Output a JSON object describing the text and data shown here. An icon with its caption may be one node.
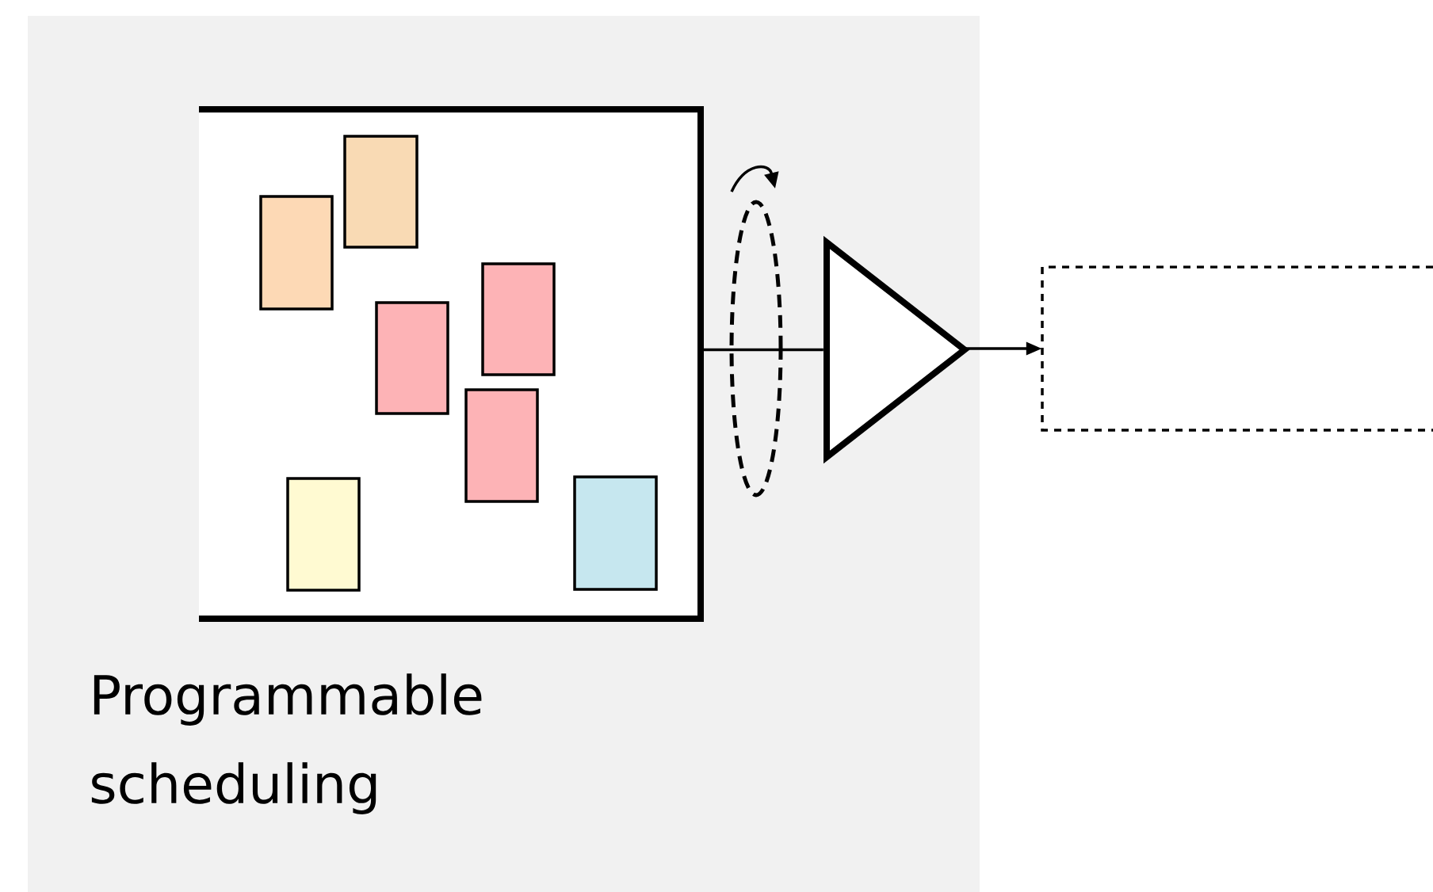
{
  "diagram": {
    "nodes": [
      {
        "text": [
          "Programmable scheduling"
        ]
      },
      {
        "text": [],
        "shape": "box",
        "in": 0
      },
      {
        "text": [],
        "shape": "box",
        "in": 1
      },
      {
        "text": [],
        "shape": "box",
        "in": 1
      },
      {
        "text": [],
        "shape": "box",
        "in": 1
      },
      {
        "text": [],
        "shape": "box",
        "in": 1
      },
      {
        "text": [],
        "shape": "box",
        "in": 1
      },
      {
        "text": [],
        "shape": "box",
        "in": 1
      },
      {
        "text": [],
        "shape": "box",
        "in": 1
      },
      {
        "text": [],
        "shape": "triangle",
        "in": 0
      },
      {
        "text": [],
        "shape": "box"
      }
    ],
    "edges": [
      {
        "from": 1,
        "to": 9,
        "arrow": "none"
      },
      {
        "from": 9,
        "to": 10,
        "arrow": "to"
      }
    ]
  }
}
